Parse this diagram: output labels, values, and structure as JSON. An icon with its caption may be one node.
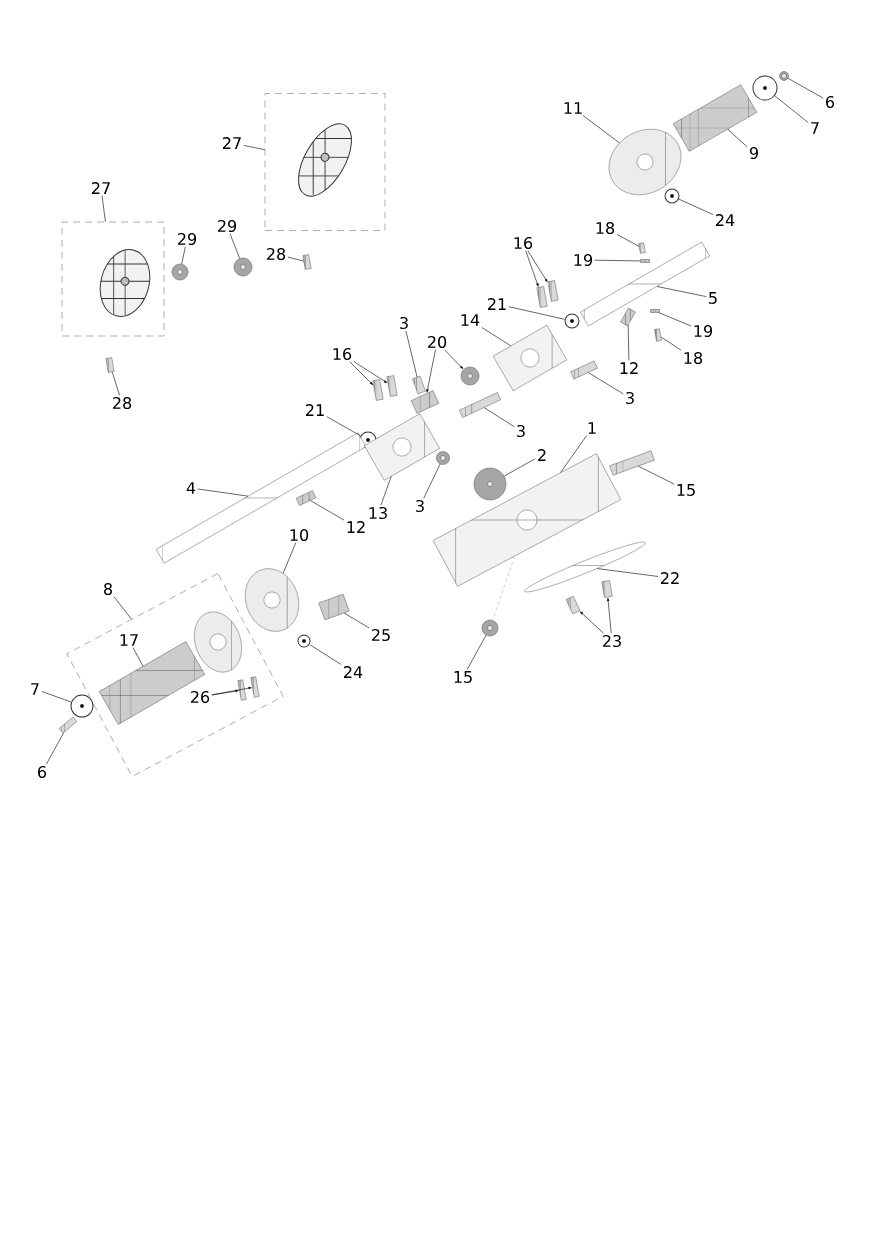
{
  "diagram": {
    "nodes": [
      {
        "text": [
          "27"
        ]
      },
      {
        "text": [],
        "shape": "box"
      },
      {
        "text": [],
        "shape": "picture",
        "in": 1
      },
      {
        "text": [
          "27"
        ]
      },
      {
        "text": [],
        "shape": "box"
      },
      {
        "text": [],
        "shape": "picture",
        "in": 4
      },
      {
        "text": [
          "29"
        ]
      },
      {
        "text": [],
        "shape": "picture"
      },
      {
        "text": [
          "29"
        ]
      },
      {
        "text": [],
        "shape": "picture"
      },
      {
        "text": [
          "28"
        ]
      },
      {
        "text": [],
        "shape": "picture"
      },
      {
        "text": [
          "28"
        ]
      },
      {
        "text": [],
        "shape": "picture"
      },
      {
        "text": [
          "11"
        ]
      },
      {
        "text": [],
        "shape": "picture"
      },
      {
        "text": [
          "9"
        ]
      },
      {
        "text": [],
        "shape": "picture"
      },
      {
        "text": [
          "6"
        ]
      },
      {
        "text": [],
        "shape": "picture"
      },
      {
        "text": [
          "7"
        ]
      },
      {
        "text": [],
        "shape": "picture"
      },
      {
        "text": [
          "24"
        ]
      },
      {
        "text": [],
        "shape": "picture"
      },
      {
        "text": [
          "18"
        ]
      },
      {
        "text": [],
        "shape": "picture"
      },
      {
        "text": [
          "19"
        ]
      },
      {
        "text": [],
        "shape": "picture"
      },
      {
        "text": [
          "16"
        ]
      },
      {
        "text": [],
        "shape": "picture"
      },
      {
        "text": [],
        "shape": "picture"
      },
      {
        "text": [
          "5"
        ]
      },
      {
        "text": [],
        "shape": "picture"
      },
      {
        "text": [
          "21"
        ]
      },
      {
        "text": [],
        "shape": "picture"
      },
      {
        "text": [
          "14"
        ]
      },
      {
        "text": [],
        "shape": "picture"
      },
      {
        "text": [
          "19"
        ]
      },
      {
        "text": [],
        "shape": "picture"
      },
      {
        "text": [
          "18"
        ]
      },
      {
        "text": [],
        "shape": "picture"
      },
      {
        "text": [
          "12"
        ]
      },
      {
        "text": [],
        "shape": "picture"
      },
      {
        "text": [
          "3"
        ]
      },
      {
        "text": [],
        "shape": "picture"
      },
      {
        "text": [
          "3"
        ]
      },
      {
        "text": [],
        "shape": "picture"
      },
      {
        "text": [
          "20"
        ]
      },
      {
        "text": [],
        "shape": "picture"
      },
      {
        "text": [],
        "shape": "picture"
      },
      {
        "text": [
          "16"
        ]
      },
      {
        "text": [],
        "shape": "picture"
      },
      {
        "text": [],
        "shape": "picture"
      },
      {
        "text": [
          "21"
        ]
      },
      {
        "text": [],
        "shape": "picture"
      },
      {
        "text": [
          "3"
        ]
      },
      {
        "text": [],
        "shape": "picture"
      },
      {
        "text": [
          "4"
        ]
      },
      {
        "text": [],
        "shape": "picture"
      },
      {
        "text": [
          "12"
        ]
      },
      {
        "text": [],
        "shape": "picture"
      },
      {
        "text": [
          "13"
        ]
      },
      {
        "text": [],
        "shape": "picture"
      },
      {
        "text": [
          "3"
        ]
      },
      {
        "text": [],
        "shape": "picture"
      },
      {
        "text": [
          "1"
        ]
      },
      {
        "text": [],
        "shape": "picture"
      },
      {
        "text": [
          "2"
        ]
      },
      {
        "text": [],
        "shape": "picture"
      },
      {
        "text": [
          "15"
        ]
      },
      {
        "text": [],
        "shape": "picture"
      },
      {
        "text": [
          "22"
        ]
      },
      {
        "text": [],
        "shape": "picture"
      },
      {
        "text": [
          "23"
        ]
      },
      {
        "text": [],
        "shape": "picture"
      },
      {
        "text": [],
        "shape": "picture"
      },
      {
        "text": [
          "15"
        ]
      },
      {
        "text": [],
        "shape": "picture"
      },
      {
        "text": [
          "10"
        ]
      },
      {
        "text": [],
        "shape": "picture"
      },
      {
        "text": [
          "8"
        ]
      },
      {
        "text": [],
        "shape": "box"
      },
      {
        "text": [
          "17"
        ],
        "in": 81
      },
      {
        "text": [],
        "shape": "picture",
        "in": 81
      },
      {
        "text": [],
        "shape": "picture",
        "in": 81
      },
      {
        "text": [
          "26"
        ],
        "in": 81
      },
      {
        "text": [],
        "shape": "picture",
        "in": 81
      },
      {
        "text": [],
        "shape": "picture",
        "in": 81
      },
      {
        "text": [
          "25"
        ]
      },
      {
        "text": [],
        "shape": "picture"
      },
      {
        "text": [
          "24"
        ]
      },
      {
        "text": [],
        "shape": "picture"
      },
      {
        "text": [
          "7"
        ]
      },
      {
        "text": [],
        "shape": "picture"
      },
      {
        "text": [
          "6"
        ]
      },
      {
        "text": [],
        "shape": "picture"
      }
    ],
    "edges": [
      {
        "from": 0,
        "to": 1,
        "arrow": "none"
      },
      {
        "from": 3,
        "to": 4,
        "arrow": "none"
      },
      {
        "from": 6,
        "to": 7,
        "arrow": "none"
      },
      {
        "from": 8,
        "to": 9,
        "arrow": "none"
      },
      {
        "from": 10,
        "to": 11,
        "arrow": "none"
      },
      {
        "from": 12,
        "to": 13,
        "arrow": "none"
      },
      {
        "from": 14,
        "to": 15,
        "arrow": "none"
      },
      {
        "from": 16,
        "to": 17,
        "arrow": "none"
      },
      {
        "from": 18,
        "to": 19,
        "arrow": "none"
      },
      {
        "from": 20,
        "to": 21,
        "arrow": "none"
      },
      {
        "from": 22,
        "to": 23,
        "arrow": "none"
      },
      {
        "from": 24,
        "to": 25,
        "arrow": "none"
      },
      {
        "from": 26,
        "to": 27,
        "arrow": "none"
      },
      {
        "from": 28,
        "to": 29,
        "arrow": "to"
      },
      {
        "from": 28,
        "to": 30,
        "arrow": "to"
      },
      {
        "from": 31,
        "to": 32,
        "arrow": "none"
      },
      {
        "from": 33,
        "to": 34,
        "arrow": "none"
      },
      {
        "from": 35,
        "to": 36,
        "arrow": "none"
      },
      {
        "from": 37,
        "to": 38,
        "arrow": "none"
      },
      {
        "from": 39,
        "to": 40,
        "arrow": "none"
      },
      {
        "from": 41,
        "to": 42,
        "arrow": "none"
      },
      {
        "from": 43,
        "to": 44,
        "arrow": "none"
      },
      {
        "from": 45,
        "to": 46,
        "arrow": "none"
      },
      {
        "from": 47,
        "to": 48,
        "arrow": "to"
      },
      {
        "from": 47,
        "to": 49,
        "arrow": "to"
      },
      {
        "from": 50,
        "to": 51,
        "arrow": "to"
      },
      {
        "from": 50,
        "to": 52,
        "arrow": "to"
      },
      {
        "from": 53,
        "to": 54,
        "arrow": "none"
      },
      {
        "from": 55,
        "to": 56,
        "arrow": "none"
      },
      {
        "from": 57,
        "to": 58,
        "arrow": "none"
      },
      {
        "from": 59,
        "to": 60,
        "arrow": "none"
      },
      {
        "from": 61,
        "to": 62,
        "arrow": "none"
      },
      {
        "from": 63,
        "to": 64,
        "arrow": "none"
      },
      {
        "from": 65,
        "to": 66,
        "arrow": "none"
      },
      {
        "from": 67,
        "to": 68,
        "arrow": "none"
      },
      {
        "from": 69,
        "to": 70,
        "arrow": "none"
      },
      {
        "from": 71,
        "to": 72,
        "arrow": "none"
      },
      {
        "from": 73,
        "to": 74,
        "arrow": "to"
      },
      {
        "from": 73,
        "to": 75,
        "arrow": "to"
      },
      {
        "from": 76,
        "to": 77,
        "arrow": "none"
      },
      {
        "from": 78,
        "to": 79,
        "arrow": "none"
      },
      {
        "from": 80,
        "to": 81,
        "arrow": "none"
      },
      {
        "from": 82,
        "to": 83,
        "arrow": "none"
      },
      {
        "from": 85,
        "to": 86,
        "arrow": "to"
      },
      {
        "from": 85,
        "to": 87,
        "arrow": "to"
      },
      {
        "from": 88,
        "to": 89,
        "arrow": "none"
      },
      {
        "from": 90,
        "to": 91,
        "arrow": "none"
      },
      {
        "from": 92,
        "to": 93,
        "arrow": "none"
      },
      {
        "from": 94,
        "to": 95,
        "arrow": "none"
      },
      {
        "from": 66,
        "to": 77,
        "arrow": "none",
        "style": "dashed",
        "color": "#aaaaaa"
      }
    ]
  }
}
